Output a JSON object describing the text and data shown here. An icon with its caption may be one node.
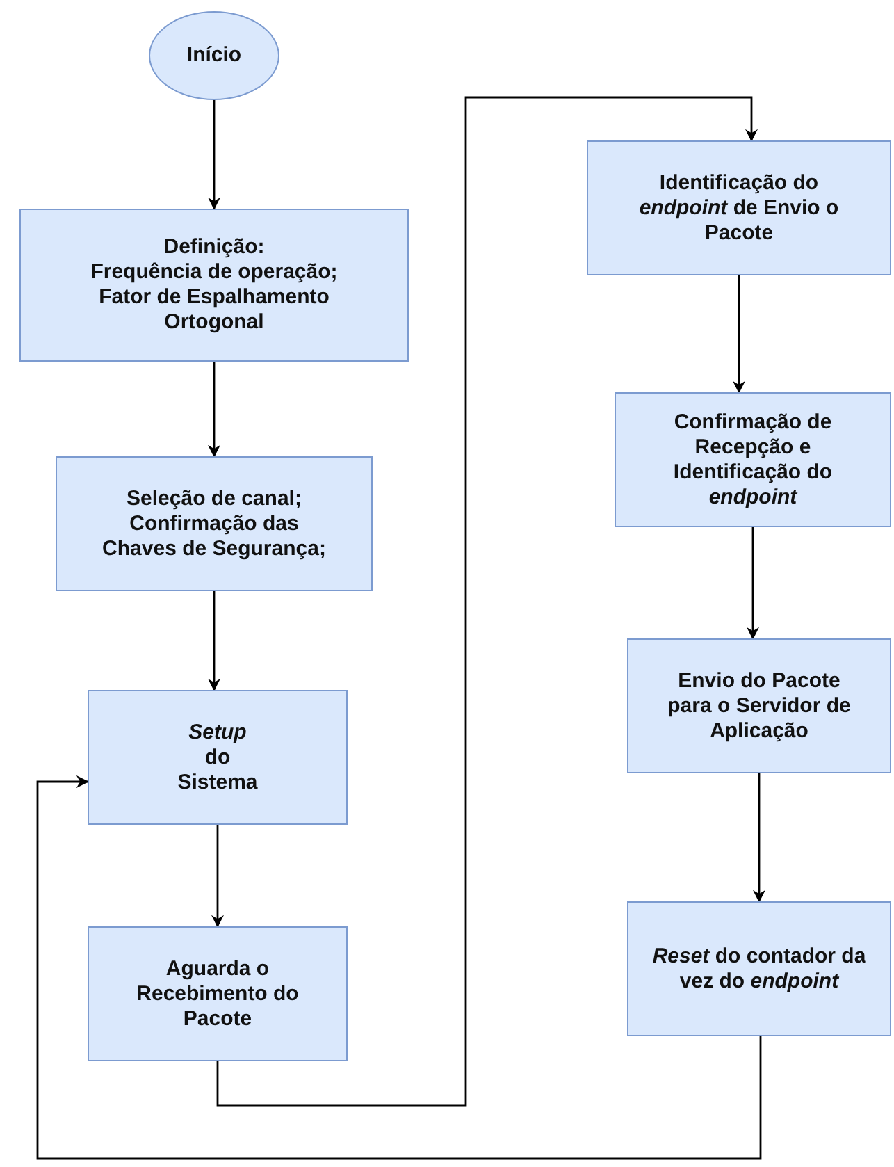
{
  "diagram": {
    "nodes": [
      {
        "text": [
          "Início"
        ]
      },
      {
        "text": [
          "Definição:",
          "Frequência de operação; Fator de Espalhamento Ortogonal"
        ]
      },
      {
        "text": [
          "Seleção de canal; Confirmação das Chaves de Segurança;"
        ]
      },
      {
        "text": [
          "*Setup* do Sistema"
        ]
      },
      {
        "text": [
          "Aguarda o Recebimento do Pacote"
        ]
      },
      {
        "text": [
          "Identificação do *endpoint* de Envio o Pacote"
        ]
      },
      {
        "text": [
          "Confirmação de Recepção e Identificação do *endpoint*"
        ]
      },
      {
        "text": [
          "Envio do Pacote para o Servidor de Aplicação"
        ]
      },
      {
        "text": [
          "*Reset* do contador da vez do *endpoint*"
        ]
      }
    ],
    "edges": [
      {
        "from": 0,
        "to": 1,
        "arrow": "to"
      },
      {
        "from": 1,
        "to": 2,
        "arrow": "to"
      },
      {
        "from": 2,
        "to": 3,
        "arrow": "to"
      },
      {
        "from": 3,
        "to": 4,
        "arrow": "to"
      },
      {
        "from": 4,
        "to": 5,
        "arrow": "to"
      },
      {
        "from": 5,
        "to": 6,
        "arrow": "to"
      },
      {
        "from": 6,
        "to": 7,
        "arrow": "to"
      },
      {
        "from": 7,
        "to": 8,
        "arrow": "to"
      },
      {
        "from": 8,
        "to": 3,
        "arrow": "to"
      }
    ]
  }
}
